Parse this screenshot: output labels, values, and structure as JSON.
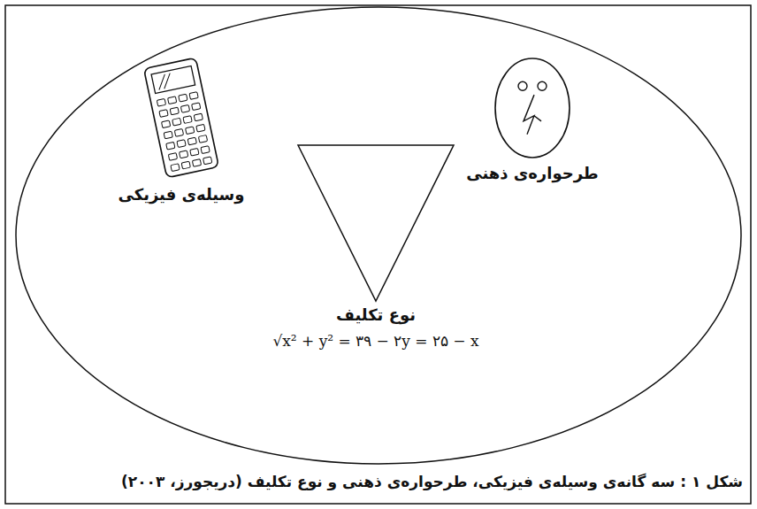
{
  "diagram": {
    "caption": "شکل ۱ : سه گانه‌ی وسیله‌ی فیزیکی، طرحواره‌ی ذهنی و نوع تکلیف (دریجورز، ۲۰۰۳)",
    "nodes": [
      {
        "text": [
          "طرحواره‌ی ذهنی"
        ]
      },
      {
        "text": [
          "وسیله‌ی فیزیکی"
        ]
      },
      {
        "text": [
          "نوع تکلیف",
          "√x² + y² = ۳۹ − ۲y = ۲۵ − x"
        ]
      }
    ]
  }
}
